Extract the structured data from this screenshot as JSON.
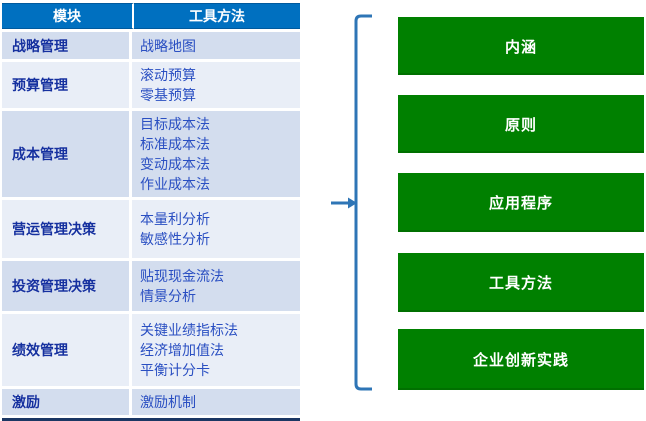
{
  "table": {
    "headers": [
      "模块",
      "工具方法"
    ],
    "rows": [
      {
        "module": "战略管理",
        "tools": [
          "战略地图"
        ]
      },
      {
        "module": "预算管理",
        "tools": [
          "滚动预算",
          "零基预算"
        ]
      },
      {
        "module": "成本管理",
        "tools": [
          "目标成本法",
          "标准成本法",
          "变动成本法",
          "作业成本法"
        ]
      },
      {
        "module": "营运管理决策",
        "tools": [
          "本量利分析",
          "敏感性分析"
        ]
      },
      {
        "module": "投资管理决策",
        "tools": [
          "贴现现金流法",
          "情景分析"
        ]
      },
      {
        "module": "绩效管理",
        "tools": [
          "关键业绩指标法",
          "经济增加值法",
          "平衡计分卡"
        ]
      },
      {
        "module": "激励",
        "tools": [
          "激励机制"
        ]
      }
    ]
  },
  "boxes": [
    {
      "label": "内涵"
    },
    {
      "label": "原则"
    },
    {
      "label": "应用程序"
    },
    {
      "label": "工具方法"
    },
    {
      "label": "企业创新实践"
    }
  ],
  "colors": {
    "header_bg": "#0070C0",
    "row_band_dark": "#d3ddee",
    "row_band_light": "#e9eef7",
    "module_text": "#15309f",
    "tool_text": "#2a4fc2",
    "bottom_bar": "#1b3764",
    "bracket": "#2e75b6",
    "box_bg": "#008000",
    "box_text": "#ffffff"
  }
}
